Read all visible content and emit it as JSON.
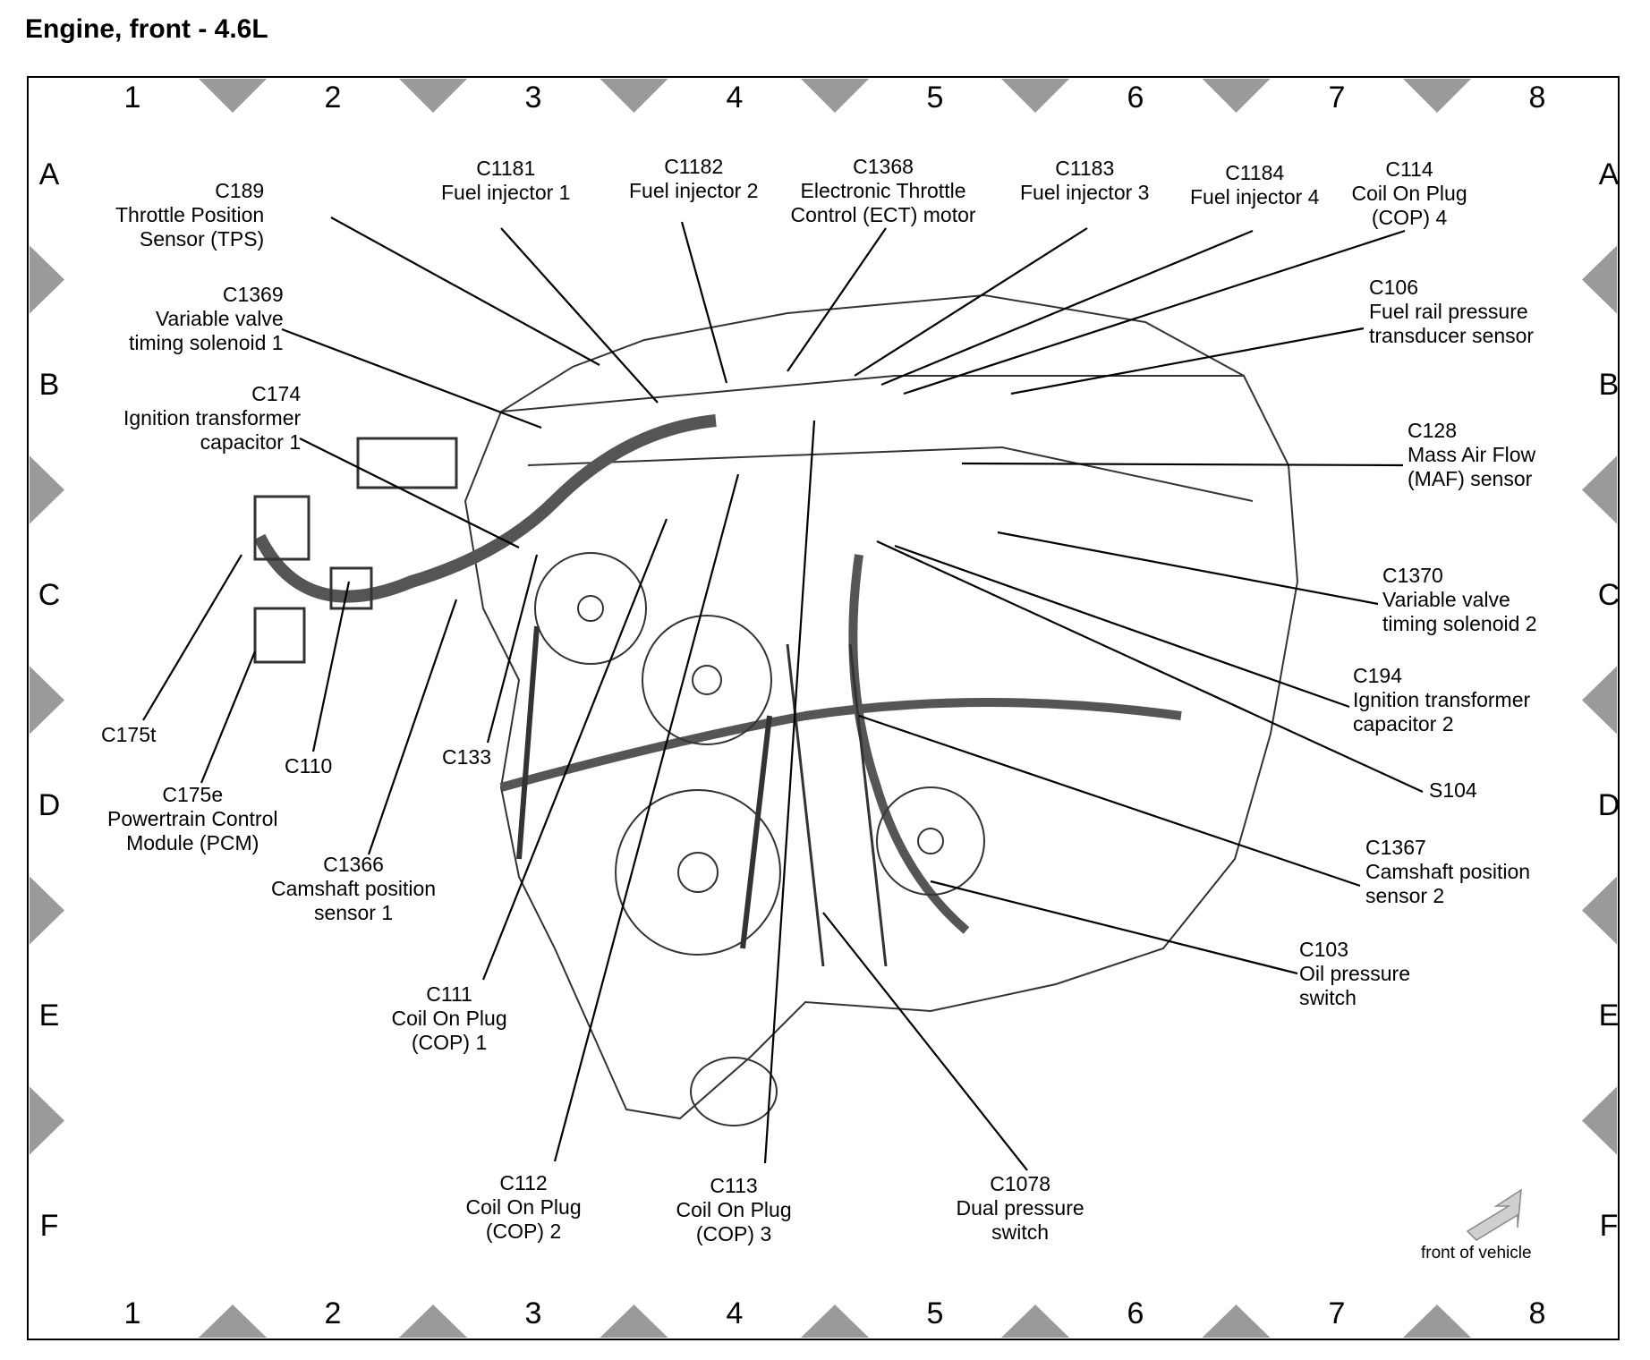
{
  "title": "Engine, front - 4.6L",
  "grid": {
    "columns": [
      "1",
      "2",
      "3",
      "4",
      "5",
      "6",
      "7",
      "8"
    ],
    "rows": [
      "A",
      "B",
      "C",
      "D",
      "E",
      "F"
    ]
  },
  "labels": [
    {
      "id": "c189",
      "lines": [
        "C189",
        "Throttle Position",
        "Sensor (TPS)"
      ]
    },
    {
      "id": "c1181",
      "lines": [
        "C1181",
        "Fuel injector 1"
      ]
    },
    {
      "id": "c1182",
      "lines": [
        "C1182",
        "Fuel injector 2"
      ]
    },
    {
      "id": "c1368",
      "lines": [
        "C1368",
        "Electronic Throttle",
        "Control (ECT) motor"
      ]
    },
    {
      "id": "c1183",
      "lines": [
        "C1183",
        "Fuel injector 3"
      ]
    },
    {
      "id": "c1184",
      "lines": [
        "C1184",
        "Fuel injector 4"
      ]
    },
    {
      "id": "c114",
      "lines": [
        "C114",
        "Coil On Plug",
        "(COP) 4"
      ]
    },
    {
      "id": "c106",
      "lines": [
        "C106",
        "Fuel rail pressure",
        "transducer sensor"
      ]
    },
    {
      "id": "c1369",
      "lines": [
        "C1369",
        "Variable valve",
        "timing solenoid 1"
      ]
    },
    {
      "id": "c174",
      "lines": [
        "C174",
        "Ignition transformer",
        "capacitor 1"
      ]
    },
    {
      "id": "c128",
      "lines": [
        "C128",
        "Mass Air Flow",
        "(MAF) sensor"
      ]
    },
    {
      "id": "c1370",
      "lines": [
        "C1370",
        "Variable valve",
        "timing solenoid 2"
      ]
    },
    {
      "id": "c194",
      "lines": [
        "C194",
        "Ignition transformer",
        "capacitor 2"
      ]
    },
    {
      "id": "s104",
      "lines": [
        "S104"
      ]
    },
    {
      "id": "c175t",
      "lines": [
        "C175t"
      ]
    },
    {
      "id": "c110",
      "lines": [
        "C110"
      ]
    },
    {
      "id": "c133",
      "lines": [
        "C133"
      ]
    },
    {
      "id": "c175e",
      "lines": [
        "C175e",
        "Powertrain Control",
        "Module (PCM)"
      ]
    },
    {
      "id": "c1366",
      "lines": [
        "C1366",
        "Camshaft position",
        "sensor 1"
      ]
    },
    {
      "id": "c1367",
      "lines": [
        "C1367",
        "Camshaft position",
        "sensor 2"
      ]
    },
    {
      "id": "c103",
      "lines": [
        "C103",
        "Oil pressure",
        "switch"
      ]
    },
    {
      "id": "c111",
      "lines": [
        "C111",
        "Coil On Plug",
        "(COP) 1"
      ]
    },
    {
      "id": "c112",
      "lines": [
        "C112",
        "Coil On Plug",
        "(COP) 2"
      ]
    },
    {
      "id": "c113",
      "lines": [
        "C113",
        "Coil On Plug",
        "(COP) 3"
      ]
    },
    {
      "id": "c1078",
      "lines": [
        "C1078",
        "Dual pressure",
        "switch"
      ]
    }
  ],
  "orientation_label": "front of vehicle",
  "colors": {
    "line": "#000000",
    "marker": "#9a9a9a",
    "background": "#ffffff",
    "engine_stroke": "#333333"
  }
}
